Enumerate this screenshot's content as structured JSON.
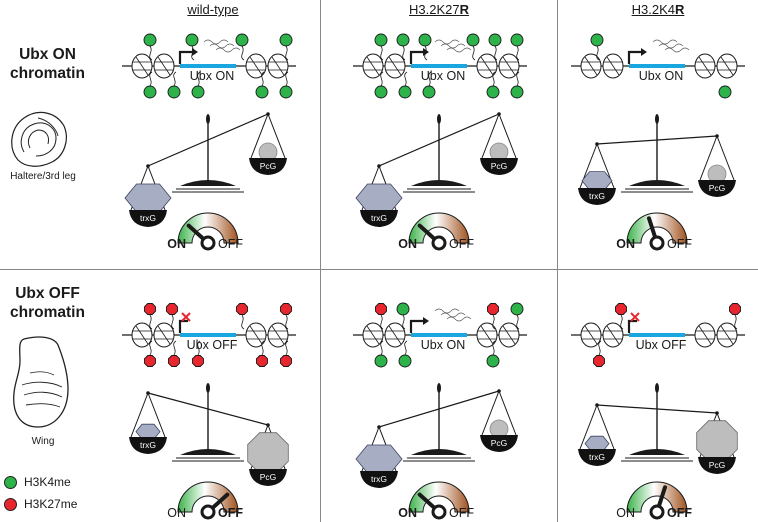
{
  "columns": [
    {
      "label": "wild-type",
      "bold_suffix": ""
    },
    {
      "label": "H3.2K27",
      "bold_suffix": "R"
    },
    {
      "label": "H3.2K4",
      "bold_suffix": "R"
    }
  ],
  "rows": [
    {
      "title_line1": "Ubx ON",
      "title_line2": "chromatin",
      "tissue_label": "Haltere/3rd leg"
    },
    {
      "title_line1": "Ubx OFF",
      "title_line2": "chromatin",
      "tissue_label": "Wing"
    }
  ],
  "legend": [
    {
      "label": "H3K4me",
      "color": "#2db34a"
    },
    {
      "label": "H3K27me",
      "color": "#e8262d"
    }
  ],
  "gene_labels": [
    "Ubx ON",
    "Ubx ON",
    "Ubx ON",
    "Ubx OFF",
    "Ubx ON",
    "Ubx OFF"
  ],
  "scale_labels": {
    "left": "trxG",
    "right": "PcG"
  },
  "gauge_labels": {
    "on": "ON",
    "off": "OFF"
  },
  "panels": [
    {
      "gene": "Ubx ON",
      "gauge_state": "ON"
    },
    {
      "gene": "Ubx ON",
      "gauge_state": "ON"
    },
    {
      "gene": "Ubx ON",
      "gauge_state": "ON"
    },
    {
      "gene": "Ubx OFF",
      "gauge_state": "OFF"
    },
    {
      "gene": "Ubx ON",
      "gauge_state": "ON"
    },
    {
      "gene": "Ubx OFF",
      "gauge_state": "OFF"
    }
  ],
  "colors": {
    "k4": "#2db34a",
    "k27": "#e8262d",
    "gene": "#1aa6de",
    "trxg": "#a7aec4",
    "pcg": "#bdbdbd",
    "grid": "#777777"
  }
}
